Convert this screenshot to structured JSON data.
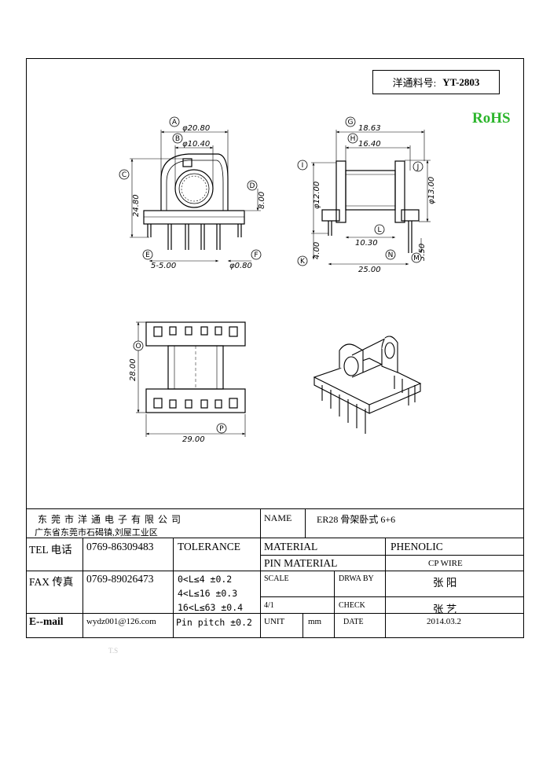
{
  "part_label": "洋通料号:",
  "part_number": "YT-2803",
  "rohs": "RoHS",
  "dims": {
    "a": "φ20.80",
    "b": "φ10.40",
    "c": "24.80",
    "d": "8.00",
    "e": "5-5.00",
    "f": "φ0.80",
    "g": "18.63",
    "h": "16.40",
    "i": "φ12.00",
    "j": "φ13.00",
    "k": "4.00",
    "l": "10.30",
    "m": "3.50",
    "n": "25.00",
    "o": "28.00",
    "p": "29.00"
  },
  "callouts": [
    "A",
    "B",
    "C",
    "D",
    "E",
    "F",
    "G",
    "H",
    "I",
    "J",
    "K",
    "L",
    "M",
    "N",
    "O",
    "P"
  ],
  "company": {
    "name": "东 莞 市 洋 通 电 子 有 限 公 司",
    "address": "广东省东莞市石碣镇,刘屋工业区",
    "tel_label": "TEL 电话",
    "tel": "0769-86309483",
    "fax_label": "FAX 传真",
    "fax": "0769-89026473",
    "email_label": "E--mail",
    "email": "wydz001@126.com"
  },
  "tolerance": {
    "label": "TOLERANCE",
    "rows": [
      "0<L≤4   ±0.2",
      "4<L≤16  ±0.3",
      "16<L≤63 ±0.4",
      "Pin pitch ±0.2"
    ]
  },
  "spec": {
    "name_label": "NAME",
    "name": "ER28 骨架卧式 6+6",
    "material_label": "MATERIAL",
    "material": "PHENOLIC",
    "pin_material_label": "PIN MATERIAL",
    "pin_material": "CP WIRE",
    "scale_label": "SCALE",
    "scale": "4/1",
    "drawby_label": "DRWA BY",
    "drawby": "张 阳",
    "check_label": "CHECK",
    "check": "张 艺",
    "unit_label": "UNIT",
    "unit": "mm",
    "date_label": "DATE",
    "date": "2014.03.2"
  },
  "faint_text": "T.S"
}
